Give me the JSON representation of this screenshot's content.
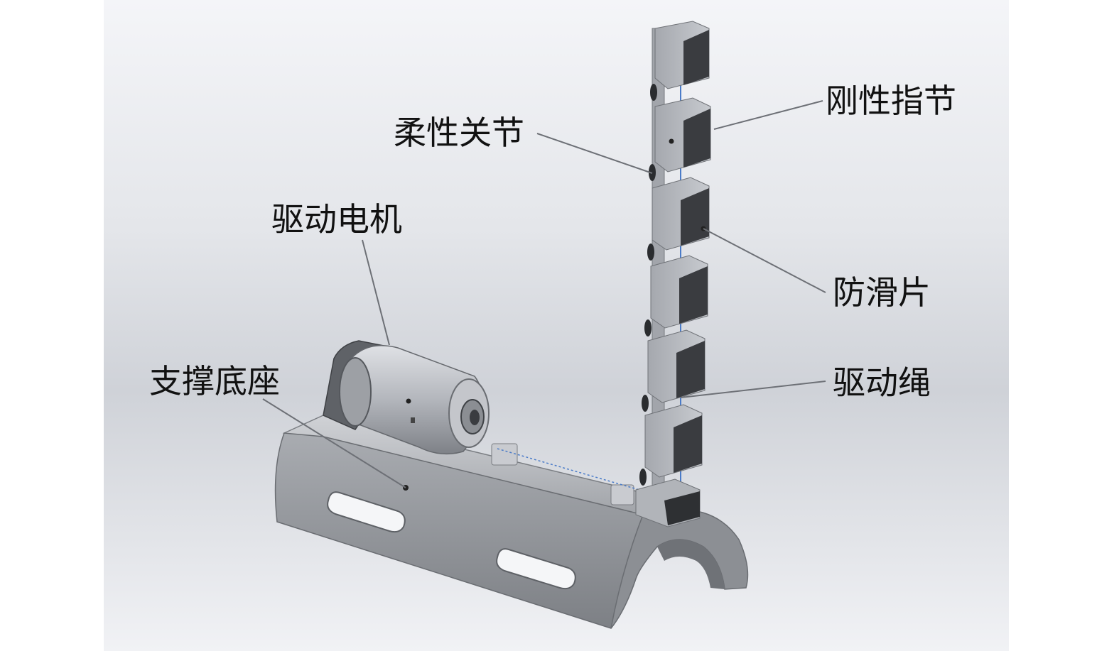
{
  "labels": {
    "rigid_phalanx": "刚性指节",
    "flexible_joint": "柔性关节",
    "drive_motor": "驱动电机",
    "anti_slip_pad": "防滑片",
    "drive_cord": "驱动绳",
    "support_base": "支撑底座"
  },
  "colors": {
    "background_light": "#f2f3f6",
    "background_dark": "#c9ccd3",
    "part_light": "#b9bcc2",
    "part_mid": "#8f9297",
    "part_dark": "#5a5d61",
    "pad_dark": "#2e3033",
    "cord": "#4a7bc8",
    "leader_line": "#6d7076",
    "text": "#111111"
  }
}
